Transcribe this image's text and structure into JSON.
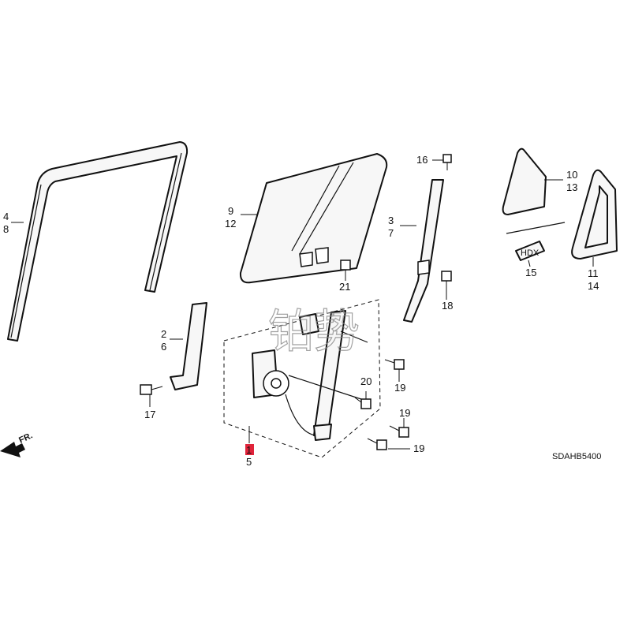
{
  "labels": {
    "p4": "4",
    "p8": "8",
    "p9": "9",
    "p12": "12",
    "p16": "16",
    "p3": "3",
    "p7": "7",
    "p10": "10",
    "p13": "13",
    "p21": "21",
    "p18": "18",
    "p11": "11",
    "p14": "14",
    "p15": "15",
    "p2": "2",
    "p6": "6",
    "p19a": "19",
    "p20": "20",
    "p19b": "19",
    "p19c": "19",
    "p17": "17",
    "p1": "1",
    "p5": "5"
  },
  "front_arrow": "FR.",
  "diagram_code": "SDAHB5400",
  "watermark": "铂势",
  "emblem_text": "HDX",
  "colors": {
    "line": "#111111",
    "highlight": "#e0233a",
    "watermark": "#8a8a8a"
  }
}
